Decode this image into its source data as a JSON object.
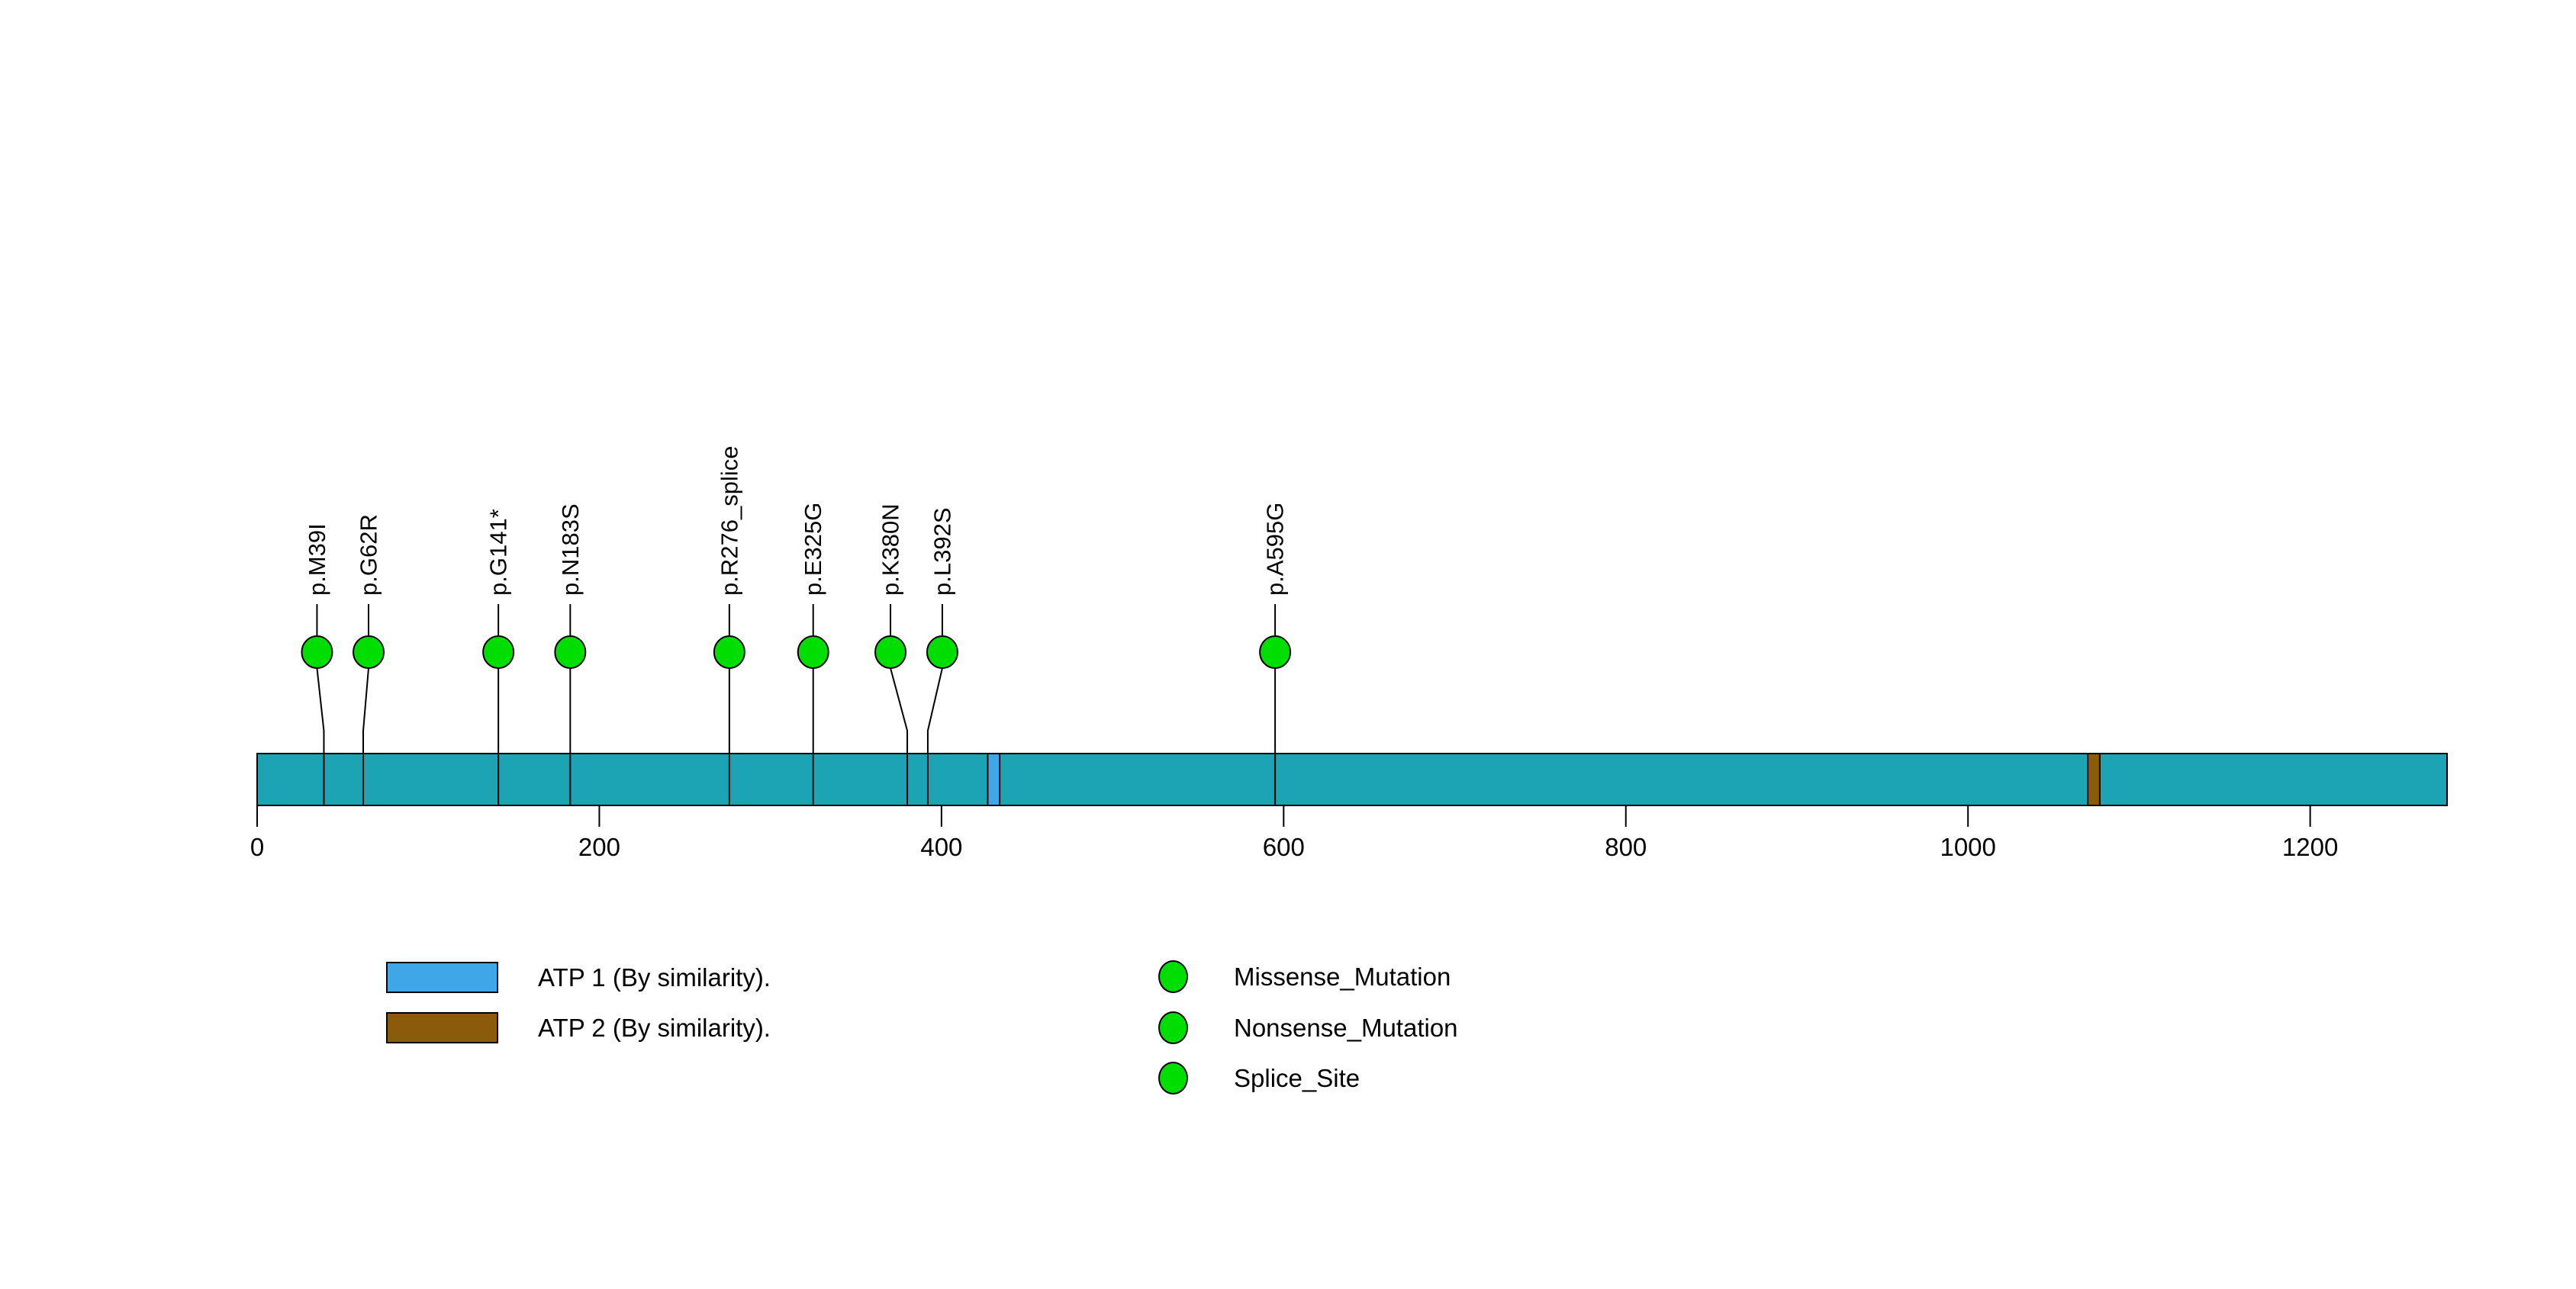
{
  "chart_data": {
    "type": "lollipop",
    "title": "",
    "xlabel": "",
    "axis": {
      "tick_values": [
        0,
        200,
        400,
        600,
        800,
        1000,
        1200
      ],
      "xlim": [
        0,
        1280
      ],
      "grid": false
    },
    "protein_length": 1280,
    "colors": {
      "protein_bar": "#1CA4B4",
      "mutation_circle": "#00DD00",
      "atp1_domain": "#3FA6E8",
      "atp2_domain": "#8B5A0B",
      "outline": "#000000"
    },
    "mutations": [
      {
        "label": "p.M39I",
        "position": 39,
        "type": "Missense_Mutation"
      },
      {
        "label": "p.G62R",
        "position": 62,
        "type": "Missense_Mutation"
      },
      {
        "label": "p.G141*",
        "position": 141,
        "type": "Nonsense_Mutation"
      },
      {
        "label": "p.N183S",
        "position": 183,
        "type": "Missense_Mutation"
      },
      {
        "label": "p.R276_splice",
        "position": 276,
        "type": "Splice_Site"
      },
      {
        "label": "p.E325G",
        "position": 325,
        "type": "Missense_Mutation"
      },
      {
        "label": "p.K380N",
        "position": 380,
        "type": "Missense_Mutation"
      },
      {
        "label": "p.L392S",
        "position": 392,
        "type": "Missense_Mutation"
      },
      {
        "label": "p.A595G",
        "position": 595,
        "type": "Missense_Mutation"
      }
    ],
    "domains": [
      {
        "label": "ATP 1 (By similarity).",
        "start": 427,
        "end": 434,
        "color": "#3FA6E8"
      },
      {
        "label": "ATP 2 (By similarity).",
        "start": 1070,
        "end": 1077,
        "color": "#8B5A0B"
      }
    ],
    "legend_domains": {
      "items": [
        {
          "label": "ATP 1 (By similarity).",
          "color": "#3FA6E8"
        },
        {
          "label": "ATP 2 (By similarity).",
          "color": "#8B5A0B"
        }
      ]
    },
    "legend_mutations": {
      "items": [
        {
          "label": "Missense_Mutation",
          "color": "#00DD00"
        },
        {
          "label": "Nonsense_Mutation",
          "color": "#00DD00"
        },
        {
          "label": "Splice_Site",
          "color": "#00DD00"
        }
      ]
    }
  }
}
